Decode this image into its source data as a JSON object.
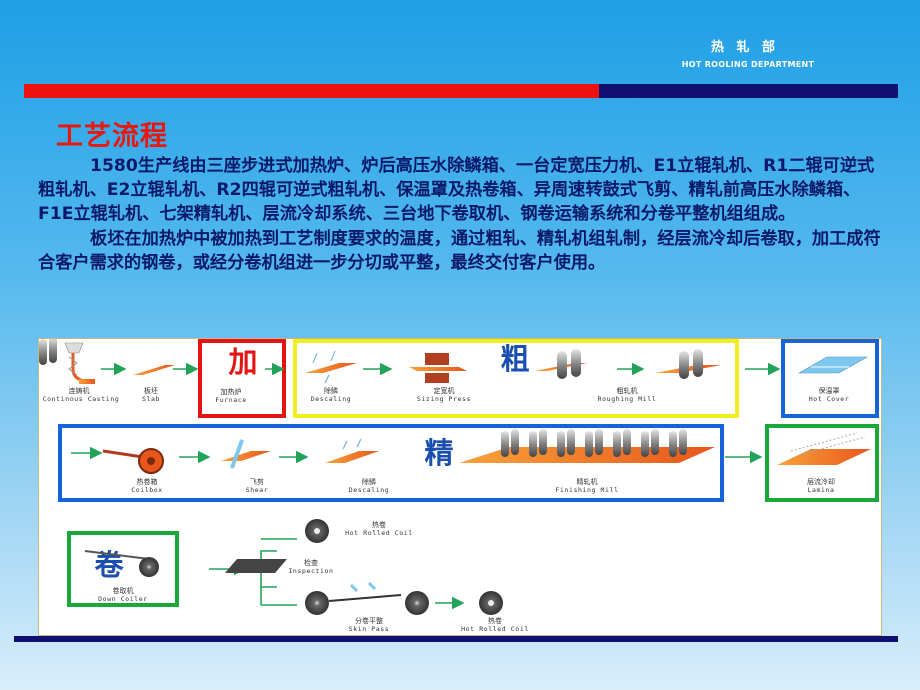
{
  "header": {
    "dept_cn": "热 轧 部",
    "dept_en": "HOT ROOLING DEPARTMENT"
  },
  "colors": {
    "accent_red": "#ee1111",
    "accent_navy": "#101070",
    "title_red": "#e8180e",
    "text_navy": "#0a1a6a"
  },
  "title": "工艺流程",
  "paragraphs": [
    "1580生产线由三座步进式加热炉、炉后高压水除鳞箱、一台定宽压力机、E1立辊轧机、R1二辊可逆式粗轧机、E2立辊轧机、R2四辊可逆式粗轧机、保温罩及热卷箱、异周速转鼓式飞剪、精轧前高压水除鳞箱、F1E立辊轧机、七架精轧机、层流冷却系统、三台地下卷取机、钢卷运输系统和分卷平整机组组成。",
    "板坯在加热炉中被加热到工艺制度要求的温度，通过粗轧、精轧机组轧制，经层流冷却后卷取，加工成符合客户需求的钢卷，或经分卷机组进一步分切或平整，最终交付客户使用。"
  ],
  "diagram": {
    "stages": {
      "heating": "加",
      "roughing": "粗",
      "finishing": "精",
      "coiling": "卷"
    },
    "row1": [
      {
        "cn": "连铸机",
        "en": "Continous Casting"
      },
      {
        "cn": "板坯",
        "en": "Slab"
      },
      {
        "cn": "加热炉",
        "en": "Furnace"
      },
      {
        "cn": "除鳞",
        "en": "Descaling"
      },
      {
        "cn": "定宽机",
        "en": "Sizing Press"
      },
      {
        "cn": "粗轧机",
        "en": "Roughing Mill"
      },
      {
        "cn": "保温罩",
        "en": "Hot Cover"
      }
    ],
    "row2": [
      {
        "cn": "热卷箱",
        "en": "Coilbox"
      },
      {
        "cn": "飞剪",
        "en": "Shear"
      },
      {
        "cn": "除鳞",
        "en": "Descaling"
      },
      {
        "cn": "精轧机",
        "en": "Finishing Mill"
      },
      {
        "cn": "层流冷却",
        "en": "Lamina"
      }
    ],
    "row3": [
      {
        "cn": "卷取机",
        "en": "Down Coiler"
      },
      {
        "cn": "热卷",
        "en": "Hot Rolled Coil"
      },
      {
        "cn": "检查",
        "en": "Inspection"
      },
      {
        "cn": "分卷平整",
        "en": "Skin Pass"
      },
      {
        "cn": "热卷",
        "en": "Hot Rolled Coil"
      }
    ]
  }
}
